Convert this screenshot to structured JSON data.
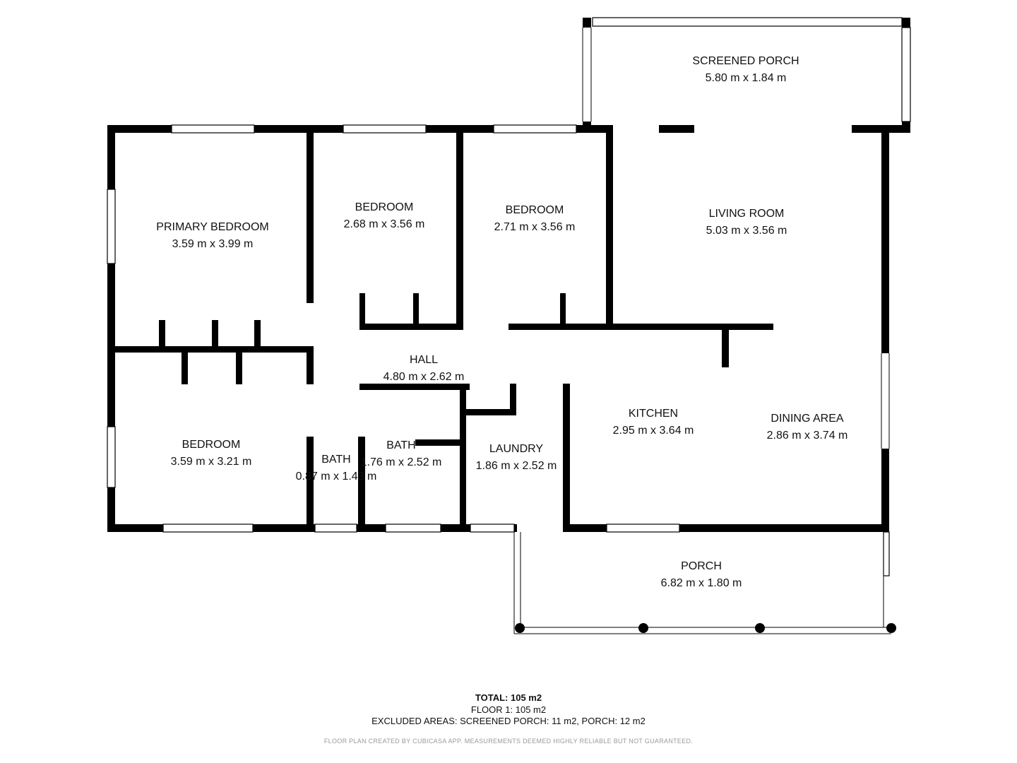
{
  "rooms": {
    "screened_porch": {
      "name": "SCREENED PORCH",
      "dim": "5.80 m x 1.84 m"
    },
    "primary_bedroom": {
      "name": "PRIMARY BEDROOM",
      "dim": "3.59 m x 3.99 m"
    },
    "bedroom_2": {
      "name": "BEDROOM",
      "dim": "2.68 m x 3.56 m"
    },
    "bedroom_3": {
      "name": "BEDROOM",
      "dim": "2.71 m x 3.56 m"
    },
    "living_room": {
      "name": "LIVING ROOM",
      "dim": "5.03 m x 3.56 m"
    },
    "hall": {
      "name": "HALL",
      "dim": "4.80 m x 2.62 m"
    },
    "bedroom_4": {
      "name": "BEDROOM",
      "dim": "3.59 m x 3.21 m"
    },
    "bath_small": {
      "name": "BATH",
      "dim": "0.87 m x 1.43 m"
    },
    "bath": {
      "name": "BATH",
      "dim": "1.76 m x 2.52 m"
    },
    "laundry": {
      "name": "LAUNDRY",
      "dim": "1.86 m x 2.52 m"
    },
    "kitchen": {
      "name": "KITCHEN",
      "dim": "2.95 m x 3.64 m"
    },
    "dining_area": {
      "name": "DINING AREA",
      "dim": "2.86 m x 3.74 m"
    },
    "porch": {
      "name": "PORCH",
      "dim": "6.82 m x 1.80 m"
    }
  },
  "footer": {
    "total": "TOTAL: 105 m2",
    "floor": "FLOOR 1: 105 m2",
    "excluded": "EXCLUDED AREAS: SCREENED PORCH: 11 m2, PORCH: 12 m2",
    "disclaimer": "FLOOR PLAN CREATED BY CUBICASA APP. MEASUREMENTS DEEMED HIGHLY RELIABLE BUT NOT GUARANTEED."
  },
  "colors": {
    "wall": "#000000",
    "window": "#ffffff",
    "background": "#ffffff"
  }
}
